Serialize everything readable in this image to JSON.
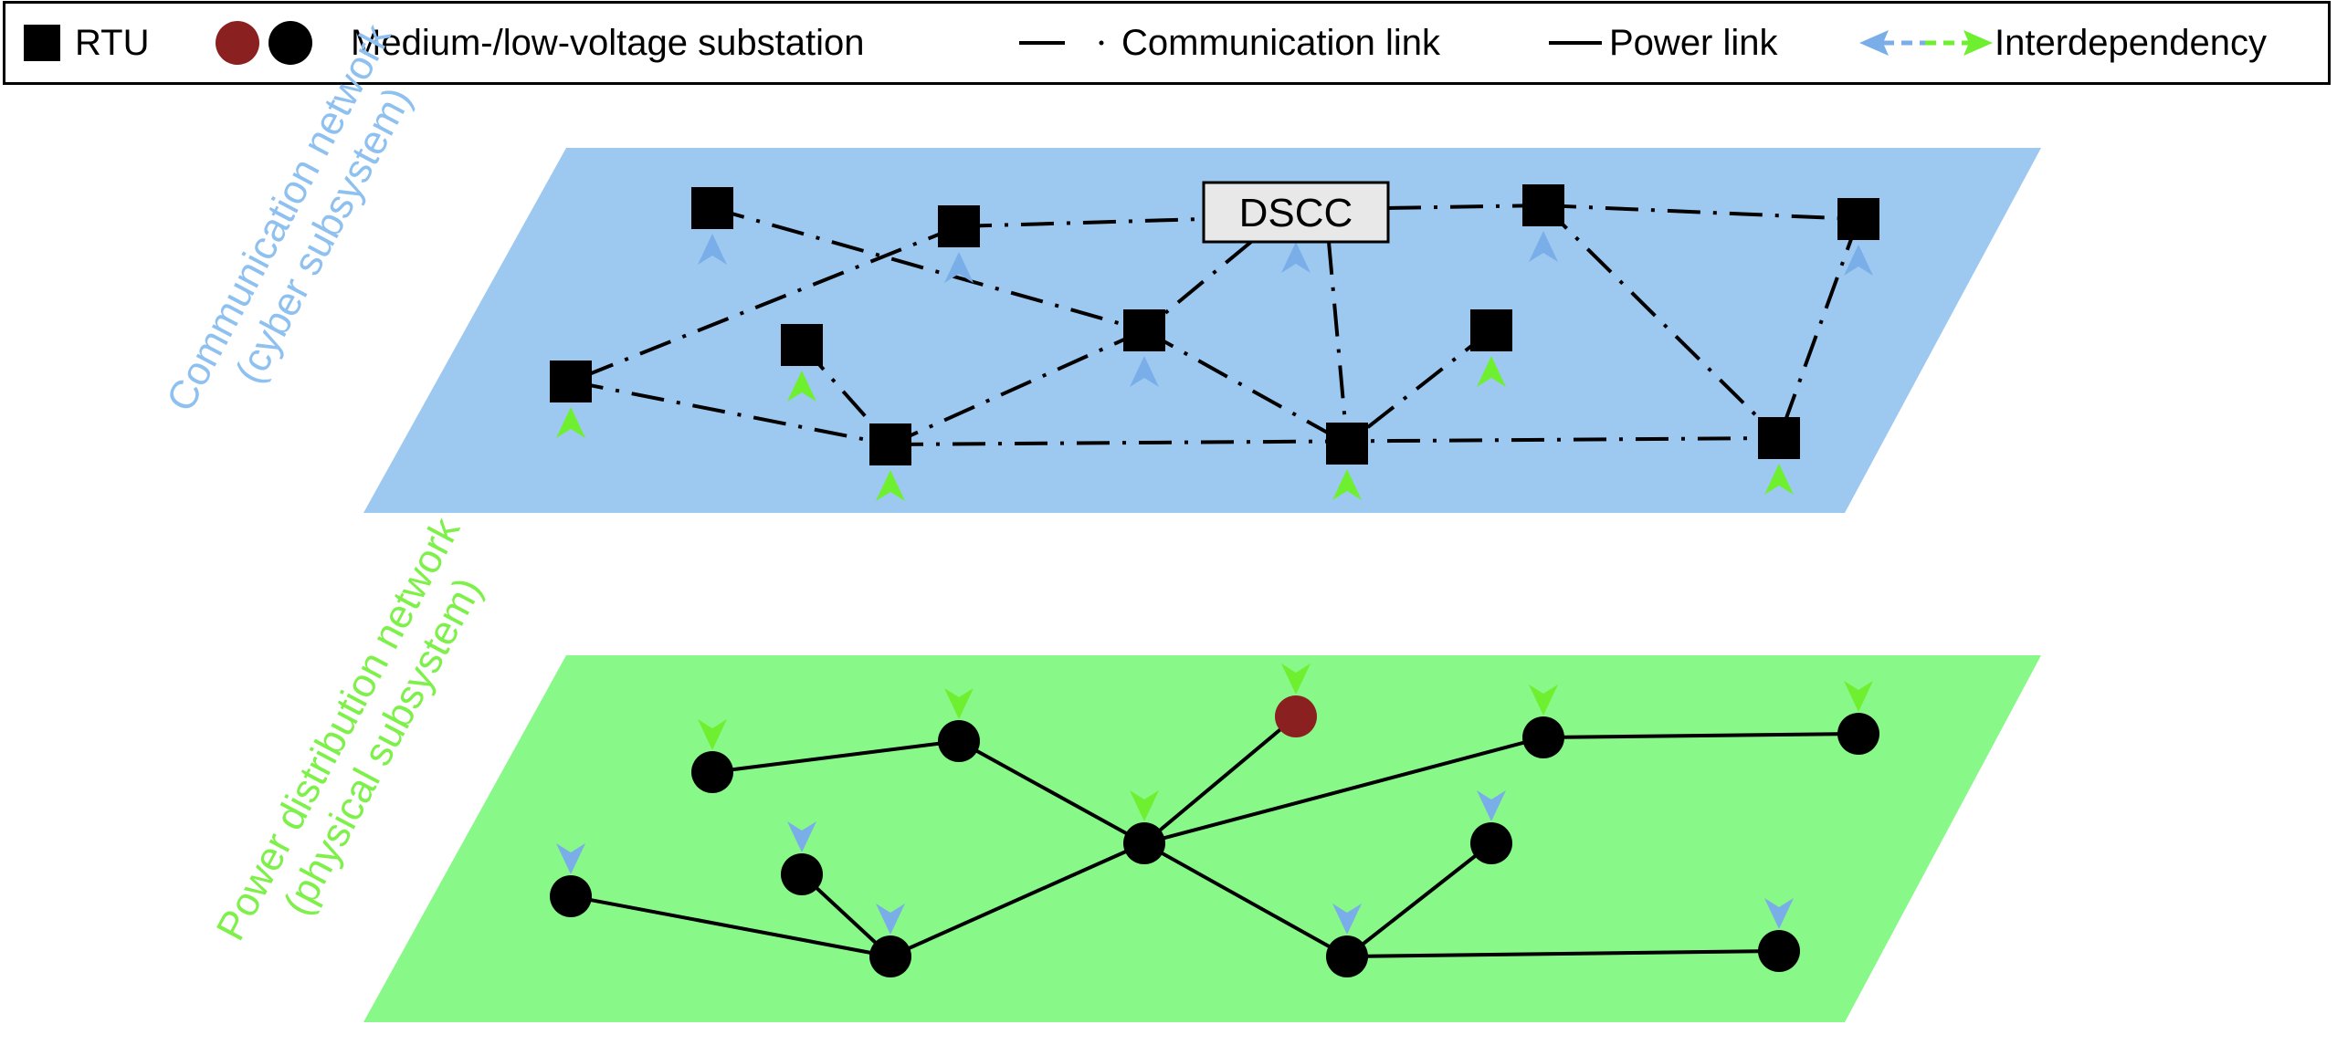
{
  "legend": {
    "rtu": "RTU",
    "substation": "Medium-/low-voltage substation",
    "comm_link": "Communication link",
    "power_link": "Power link",
    "interdependency": "Interdependency"
  },
  "planes": {
    "cyber_line1": "Communication network",
    "cyber_line2": "(cyber subsystem)",
    "physical_line1": "Power distribution network",
    "physical_line2": "(physical subsystem)"
  },
  "dscc_label": "DSCC",
  "colors": {
    "cyber_plane": "#9dc8f0",
    "physical_plane": "#88f888",
    "cyber_text": "#8ec0f0",
    "physical_text": "#7ef04a",
    "arrow_blue": "#7aaee8",
    "arrow_green": "#6ef030",
    "faulted_substation": "#8b2020",
    "node": "#000000"
  }
}
